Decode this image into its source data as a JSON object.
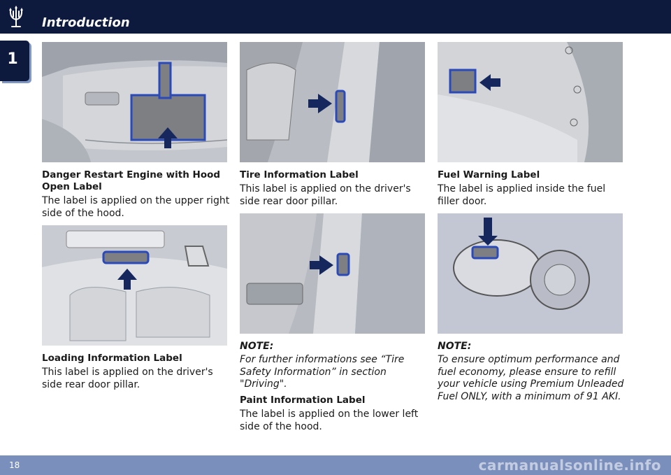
{
  "header": {
    "title": "Introduction",
    "chapter": "1"
  },
  "footer": {
    "page_number": "18",
    "watermark": "carmanualsonline.info"
  },
  "col1": {
    "title1": "Danger Restart Engine with Hood Open Label",
    "text1": "The label is applied on the upper right side of the hood.",
    "title2": "Loading Information Label",
    "text2": "This label is applied on the driver's side rear door pillar."
  },
  "col2": {
    "title1": "Tire Information Label",
    "text1": "This label is applied on the driver's side rear door pillar.",
    "note_label": "NOTE:",
    "note_text": "For further informations see “Tire Safety Information” in section \"Driving\".",
    "title2": "Paint Information Label",
    "text2": "The label is applied on the lower left side of the hood."
  },
  "col3": {
    "title1": "Fuel Warning Label",
    "text1": "The label is applied inside the fuel filler door.",
    "note_label": "NOTE:",
    "note_text": "To ensure optimum performance and fuel economy, please ensure to refill your vehicle using Premium Unleaded Fuel ONLY, with a minimum of 91 AKI."
  },
  "icons": {
    "logo": "trident-logo-icon",
    "arrow": "label-pointer-arrow-icon"
  },
  "colors": {
    "header": "#0d1a3d",
    "footer": "#7a8fbc",
    "arrow": "#16275e",
    "label_outline": "#2c49b8"
  }
}
